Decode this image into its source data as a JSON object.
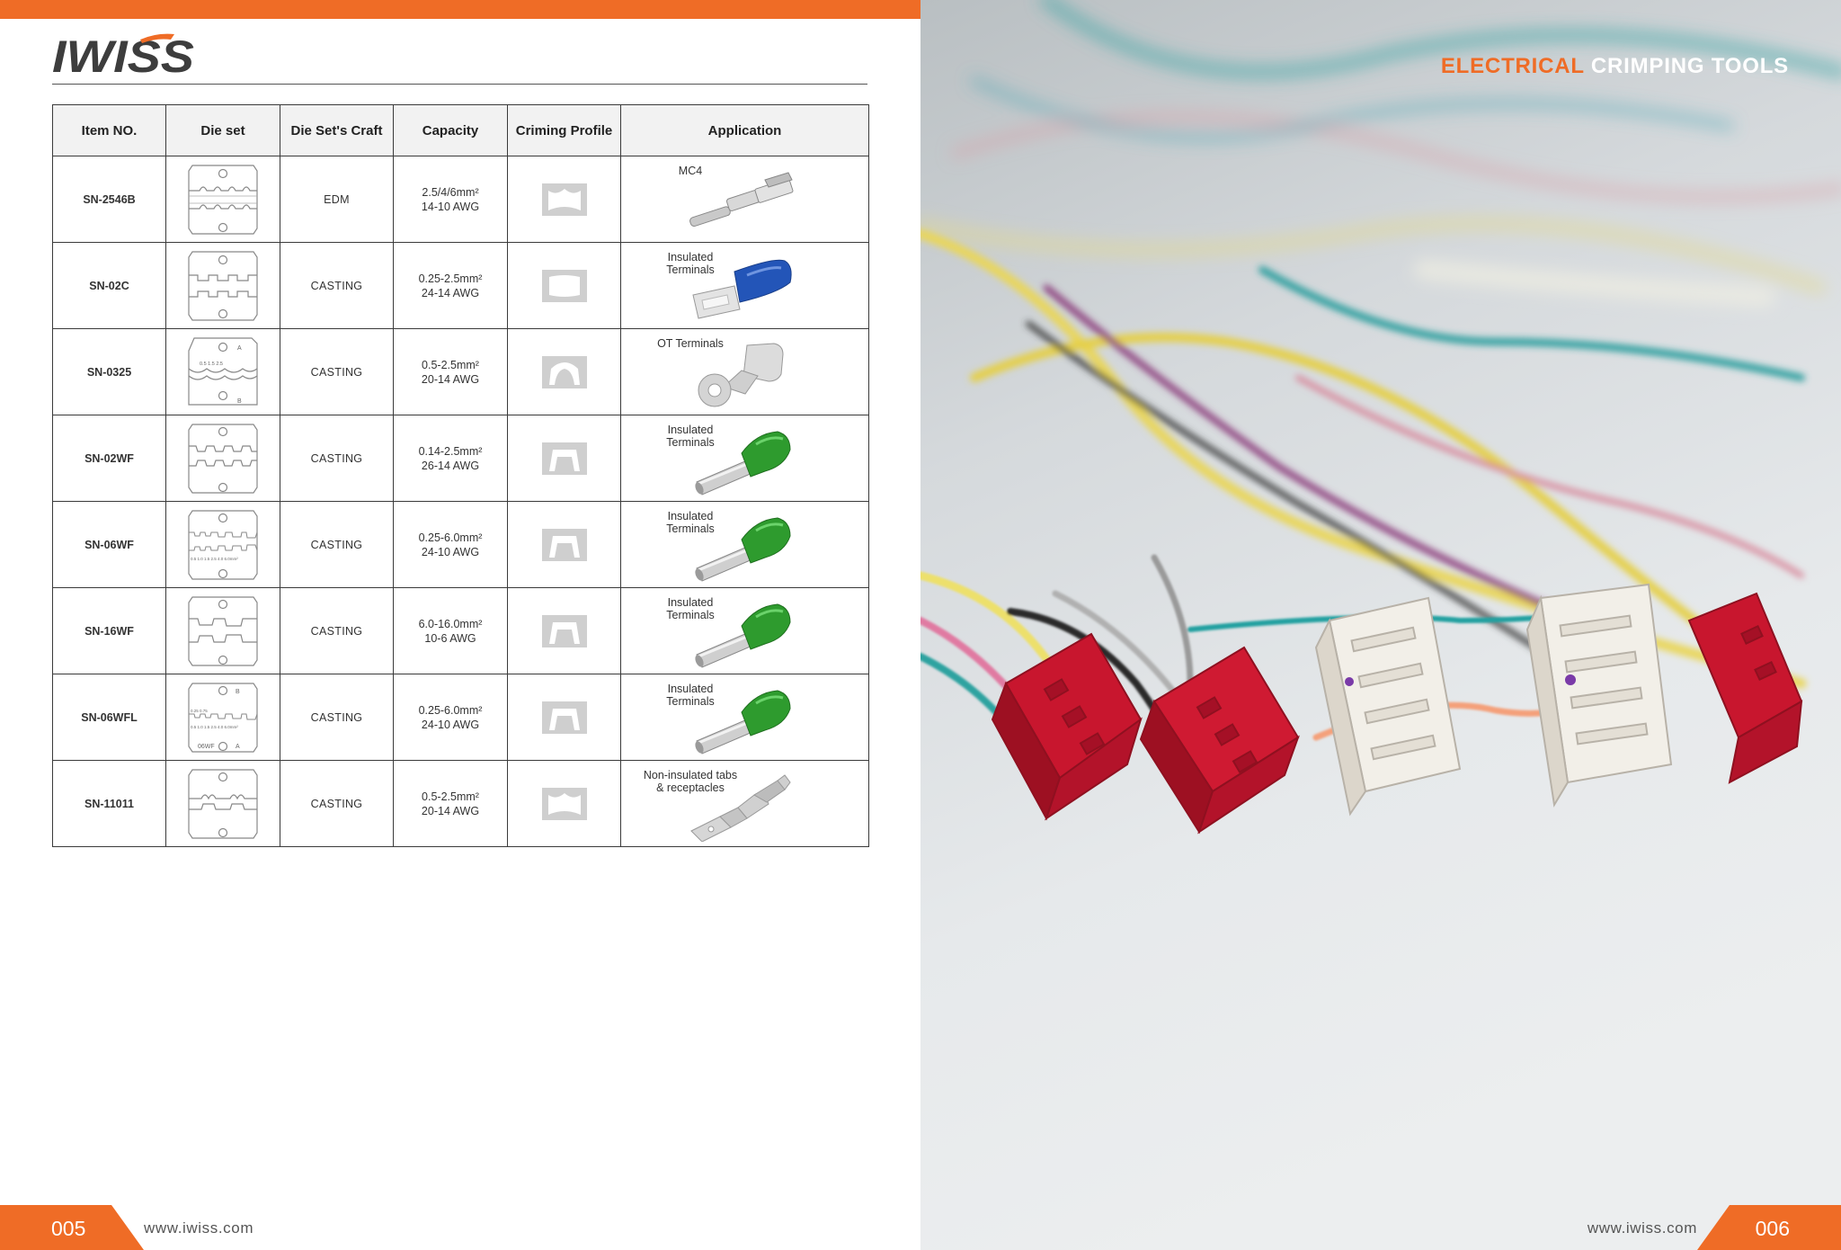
{
  "brand": {
    "logo_text": "IWISS",
    "accent": "#ef6c26"
  },
  "table": {
    "headers": [
      "Item NO.",
      "Die set",
      "Die Set's Craft",
      "Capacity",
      "Criming Profile",
      "Application"
    ],
    "rows": [
      {
        "item": "SN-2546B",
        "craft": "EDM",
        "capacity_mm": "2.5/4/6mm²",
        "capacity_awg": "14-10 AWG",
        "application": "MC4",
        "terminal_icon": "mc4-contact-icon"
      },
      {
        "item": "SN-02C",
        "craft": "CASTING",
        "capacity_mm": "0.25-2.5mm²",
        "capacity_awg": "24-14 AWG",
        "application": "Insulated\nTerminals",
        "terminal_icon": "blue-spade-terminal-icon"
      },
      {
        "item": "SN-0325",
        "craft": "CASTING",
        "capacity_mm": "0.5-2.5mm²",
        "capacity_awg": "20-14 AWG",
        "application": "OT Terminals",
        "terminal_icon": "ring-terminal-icon"
      },
      {
        "item": "SN-02WF",
        "craft": "CASTING",
        "capacity_mm": "0.14-2.5mm²",
        "capacity_awg": "26-14 AWG",
        "application": "Insulated\nTerminals",
        "terminal_icon": "green-ferrule-icon"
      },
      {
        "item": "SN-06WF",
        "craft": "CASTING",
        "capacity_mm": "0.25-6.0mm²",
        "capacity_awg": "24-10 AWG",
        "application": "Insulated\nTerminals",
        "terminal_icon": "green-ferrule-icon"
      },
      {
        "item": "SN-16WF",
        "craft": "CASTING",
        "capacity_mm": "6.0-16.0mm²",
        "capacity_awg": "10-6 AWG",
        "application": "Insulated\nTerminals",
        "terminal_icon": "green-ferrule-icon"
      },
      {
        "item": "SN-06WFL",
        "craft": "CASTING",
        "capacity_mm": "0.25-6.0mm²",
        "capacity_awg": "24-10 AWG",
        "application": "Insulated\nTerminals",
        "terminal_icon": "green-ferrule-icon"
      },
      {
        "item": "SN-11011",
        "craft": "CASTING",
        "capacity_mm": "0.5-2.5mm²",
        "capacity_awg": "20-14 AWG",
        "application": "Non-insulated tabs\n& receptacles",
        "terminal_icon": "flat-tab-terminal-icon"
      }
    ]
  },
  "die_labels": {
    "sn0325": {
      "top": "A",
      "bottom": "B",
      "sizes": "0.5  1.5  2.5"
    },
    "sn06wf": {
      "sizes": "0.5 1.0 1.5  2.5  4.0  6.0mm²"
    },
    "sn06wfl": {
      "top": "B",
      "model": "06WF",
      "side": "A",
      "sizes_top": "0.25  0.75",
      "sizes_bottom": "0.5 1.0 1.5  2.5  4.0  6.0mm²"
    }
  },
  "right": {
    "title_orange": "ELECTRICAL",
    "title_white": "CRIMPING TOOLS"
  },
  "footer": {
    "left_page": "005",
    "right_page": "006",
    "left_url": "www.iwiss.com",
    "right_url": "www.iwiss.com"
  }
}
